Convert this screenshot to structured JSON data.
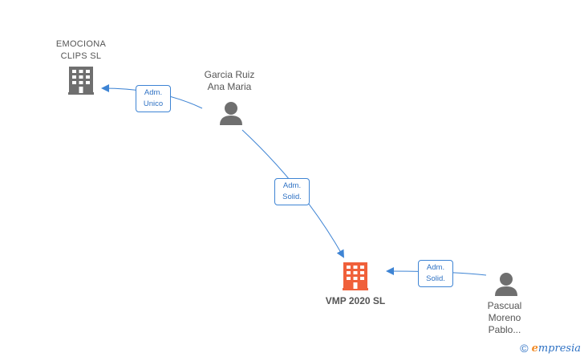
{
  "nodes": {
    "emociona": {
      "label": "EMOCIONA\nCLIPS  SL",
      "icon": "building-icon",
      "color": "#6f6f6f"
    },
    "garcia": {
      "label": "Garcia Ruiz\nAna Maria",
      "icon": "person-icon",
      "color": "#6f6f6f"
    },
    "vmp": {
      "label": "VMP 2020  SL",
      "icon": "building-icon",
      "color": "#f0603a"
    },
    "pascual": {
      "label": "Pascual\nMoreno\nPablo...",
      "icon": "person-icon",
      "color": "#6f6f6f"
    }
  },
  "edges": {
    "garcia_emociona": {
      "label": "Adm.\nUnico"
    },
    "garcia_vmp": {
      "label": "Adm.\nSolid."
    },
    "pascual_vmp": {
      "label": "Adm.\nSolid."
    }
  },
  "colors": {
    "edge": "#3e84d4",
    "node_gray": "#6f6f6f",
    "node_main": "#f0603a"
  },
  "footer": {
    "copyright_symbol": "©",
    "brand_initial": "e",
    "brand_rest": "mpresia"
  }
}
